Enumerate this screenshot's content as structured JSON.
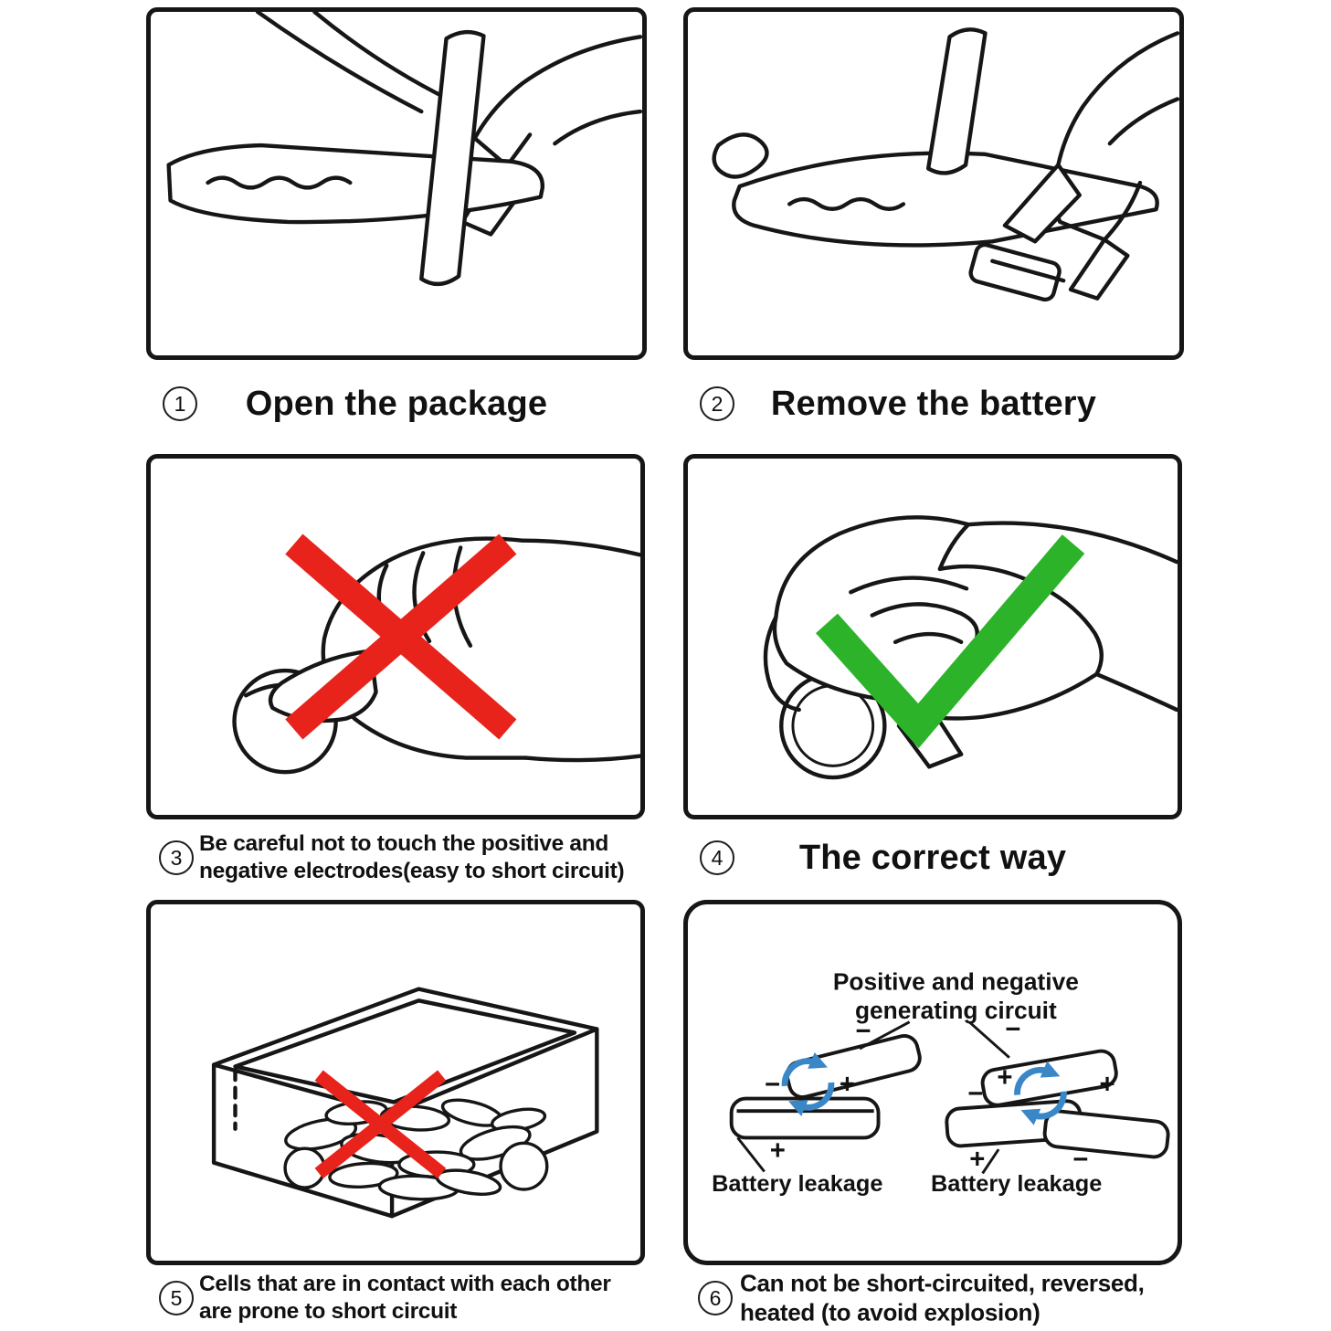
{
  "colors": {
    "ink": "#161616",
    "cross_red": "#e8231b",
    "check_green": "#2db32a",
    "cycle_blue": "#3a87c8"
  },
  "steps": [
    {
      "number": "1",
      "caption": "Open the package"
    },
    {
      "number": "2",
      "caption": "Remove the battery"
    },
    {
      "number": "3",
      "lines": [
        "Be careful not to touch the positive and",
        "negative electrodes(easy to short circuit)"
      ]
    },
    {
      "number": "4",
      "caption": "The correct way"
    },
    {
      "number": "5",
      "lines": [
        "Cells that are in contact with each other",
        "are prone to short circuit"
      ]
    },
    {
      "number": "6",
      "lines": [
        "Can not be short-circuited, reversed,",
        "heated (to avoid explosion)"
      ]
    }
  ],
  "panel6": {
    "circuit_label_lines": [
      "Positive and negative",
      "generating circuit"
    ],
    "left_leakage_label": "Battery leakage",
    "right_leakage_label": "Battery leakage",
    "plus": "+",
    "minus": "−"
  }
}
